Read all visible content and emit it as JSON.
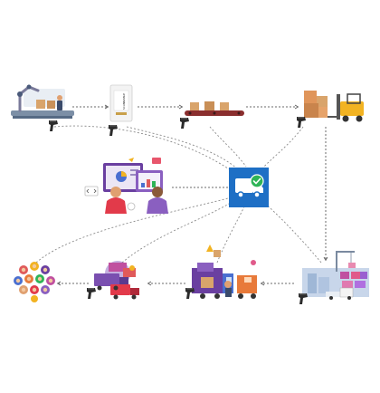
{
  "diagram": {
    "title": "",
    "colors": {
      "connector": "#6b6b6b",
      "hub_blue": "#1e6fc5",
      "check_green": "#2fb457",
      "scanner": "#2b2b2b",
      "box_tan": "#d9a46b",
      "forklift_yellow": "#f2b322",
      "purple": "#6a3fa0",
      "warehouse_blue": "#9fb7d6"
    },
    "nodes": [
      {
        "id": "manufacturing",
        "icon": "factory-robot-arm-icon"
      },
      {
        "id": "labeling",
        "icon": "label-printer-icon",
        "label_text": "SCANNABLE"
      },
      {
        "id": "conveyor",
        "icon": "conveyor-boxes-icon"
      },
      {
        "id": "warehouse-loading",
        "icon": "forklift-boxes-icon"
      },
      {
        "id": "collaboration",
        "icon": "team-dashboard-icon"
      },
      {
        "id": "hub",
        "icon": "delivery-truck-check-icon"
      },
      {
        "id": "distribution-center",
        "icon": "warehouse-crane-icon"
      },
      {
        "id": "delivery",
        "icon": "delivery-truck-icon"
      },
      {
        "id": "shipping",
        "icon": "cargo-trucks-icon"
      },
      {
        "id": "customers",
        "icon": "customer-group-icon"
      }
    ]
  }
}
